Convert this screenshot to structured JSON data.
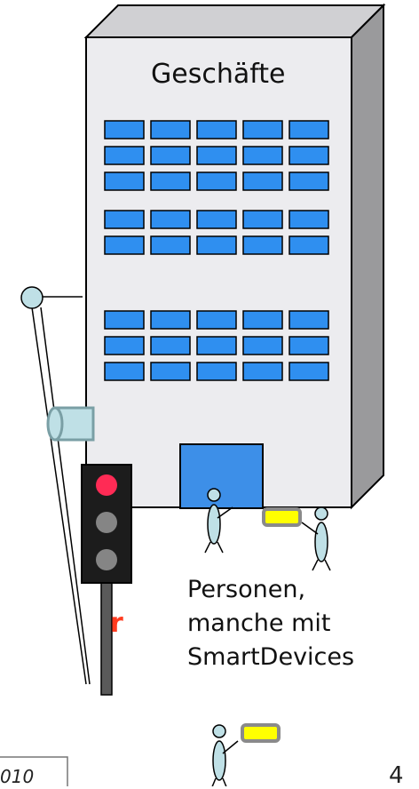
{
  "building": {
    "label": "Geschäfte"
  },
  "persons": {
    "label": "Personen,\nmanche mit\nSmartDevices"
  },
  "fragment": {
    "text": "r",
    "color": "#ff3b1f"
  },
  "footer": {
    "date_fragment": "010",
    "page_fragment": "4"
  },
  "colors": {
    "window": "#2f8ff0",
    "door": "#3d8fe8",
    "building_front": "#ececef",
    "building_side": "#9a9a9c",
    "building_top": "#d0d0d3",
    "sensor": "#bfe0e6",
    "light_red": "#ff2b55",
    "light_off": "#858585",
    "device": "#ffff00"
  }
}
